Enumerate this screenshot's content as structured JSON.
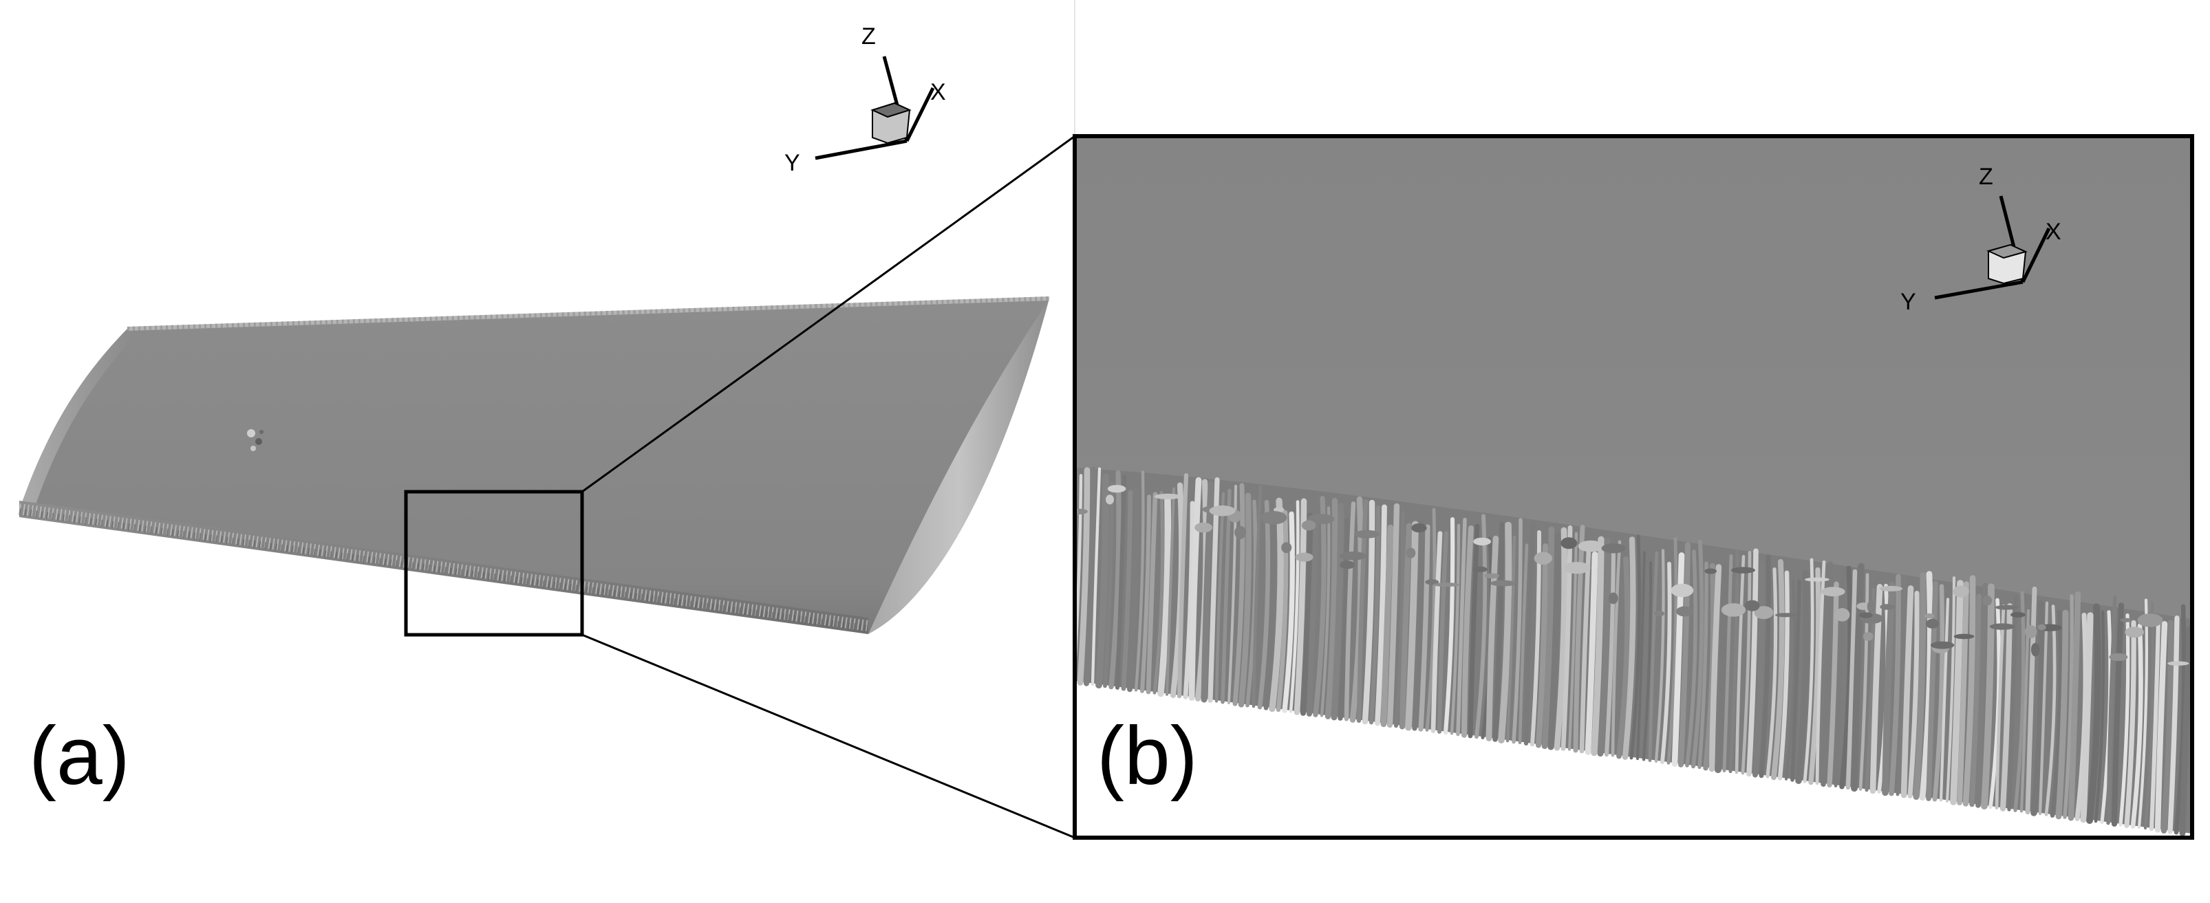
{
  "panels": {
    "a": {
      "label": "(a)"
    },
    "b": {
      "label": "(b)"
    }
  },
  "axes_triad": {
    "x": "X",
    "y": "Y",
    "z": "Z"
  },
  "colors": {
    "surface": "#8a8a8a",
    "surface_light": "#a6a6a6",
    "surface_dark": "#6a6a6a",
    "frame": "#000000",
    "background": "#ffffff"
  }
}
